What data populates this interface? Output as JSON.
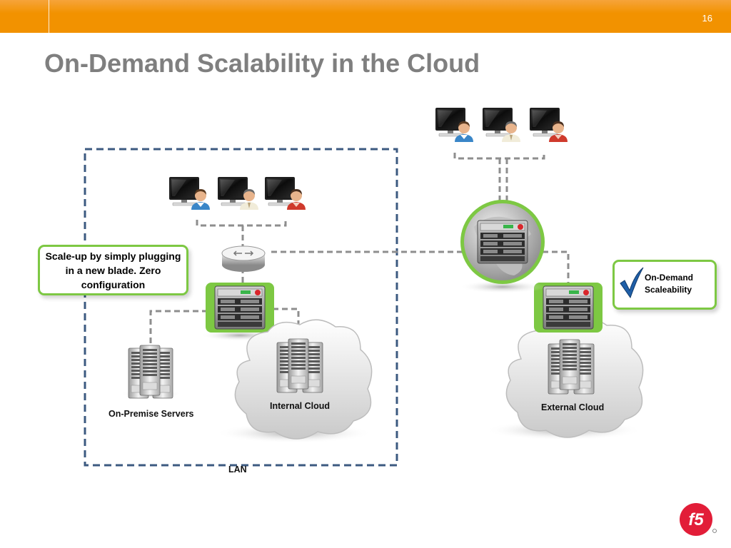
{
  "slide": {
    "page_number": "16",
    "title": "On-Demand Scalability in the Cloud"
  },
  "callouts": {
    "left_text": "Scale-up by simply plugging in a new blade. Zero configuration",
    "right_text": "On-Demand Scaleability"
  },
  "labels": {
    "lan": "LAN",
    "on_premise_servers": "On-Premise Servers",
    "internal_cloud": "Internal Cloud",
    "external_cloud": "External Cloud"
  },
  "logo": {
    "text": "f5"
  },
  "colors": {
    "header_orange": "#f29200",
    "highlight_green": "#7dc843",
    "lan_border_blue": "#3c5a80",
    "title_gray": "#7f7f7f"
  }
}
